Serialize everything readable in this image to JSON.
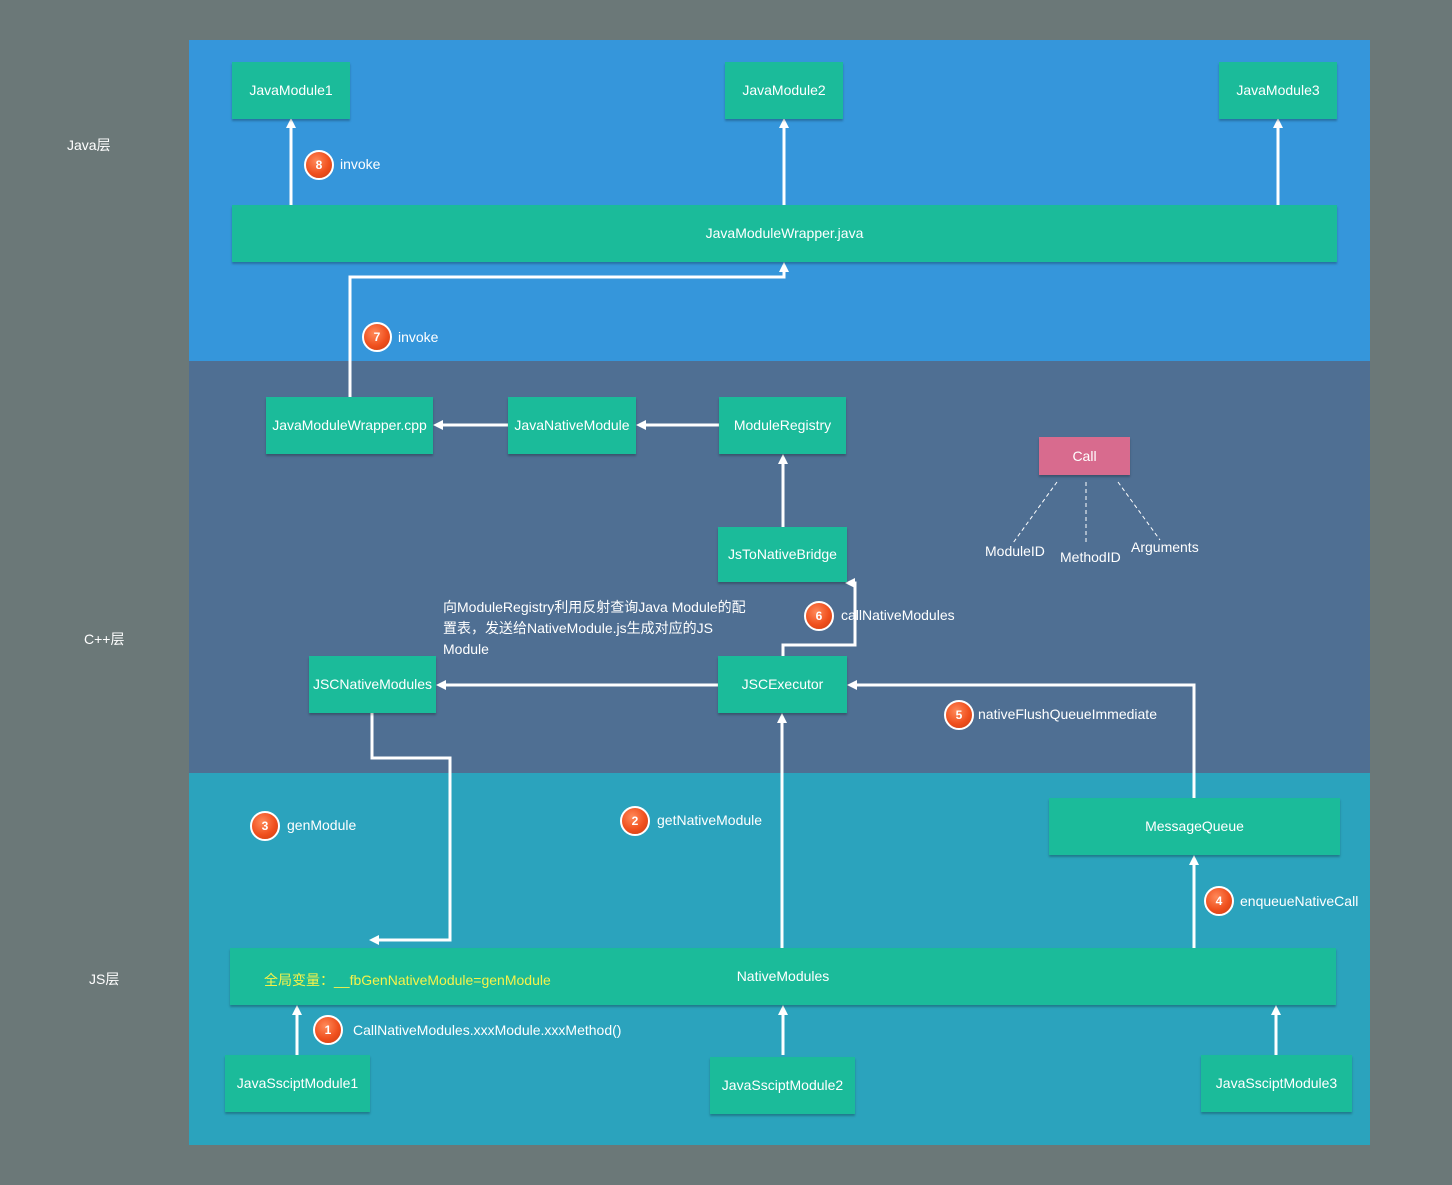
{
  "layers": {
    "java": "Java层",
    "cpp": "C++层",
    "js": "JS层"
  },
  "boxes": {
    "java_module1": "JavaModule1",
    "java_module2": "JavaModule2",
    "java_module3": "JavaModule3",
    "java_module_wrapper_java": "JavaModuleWrapper.java",
    "java_module_wrapper_cpp": "JavaModuleWrapper.cpp",
    "java_native_module": "JavaNativeModule",
    "module_registry": "ModuleRegistry",
    "js_to_native_bridge": "JsToNativeBridge",
    "jsc_native_modules": "JSCNativeModules",
    "jsc_executor": "JSCExecutor",
    "message_queue": "MessageQueue",
    "native_modules": "NativeModules",
    "js_module1": "JavaSsciptModule1",
    "js_module2": "JavaSsciptModule2",
    "js_module3": "JavaSsciptModule3",
    "call": "Call"
  },
  "call_fields": [
    "ModuleID",
    "MethodID",
    "Arguments"
  ],
  "global_var": "全局变量：__fbGenNativeModule=genModule",
  "note": "向ModuleRegistry利用反射查询Java Module的配置表，发送给NativeModule.js生成对应的JS Module",
  "steps": [
    {
      "num": "1",
      "label": "CallNativeModules.xxxModule.xxxMethod()"
    },
    {
      "num": "2",
      "label": "getNativeModule"
    },
    {
      "num": "3",
      "label": "genModule"
    },
    {
      "num": "4",
      "label": "enqueueNativeCall"
    },
    {
      "num": "5",
      "label": "nativeFlushQueueImmediate"
    },
    {
      "num": "6",
      "label": "callNativeModules"
    },
    {
      "num": "7",
      "label": "invoke"
    },
    {
      "num": "8",
      "label": "invoke"
    }
  ],
  "colors": {
    "java_layer": "#3596db",
    "cpp_layer": "#4f6f93",
    "js_layer": "#2ba3bd",
    "box": "#1bbb9a",
    "call_box": "#d86b8e",
    "badge": "#f0501e",
    "global_var_text": "#f6f24a",
    "background": "#6b7878"
  }
}
